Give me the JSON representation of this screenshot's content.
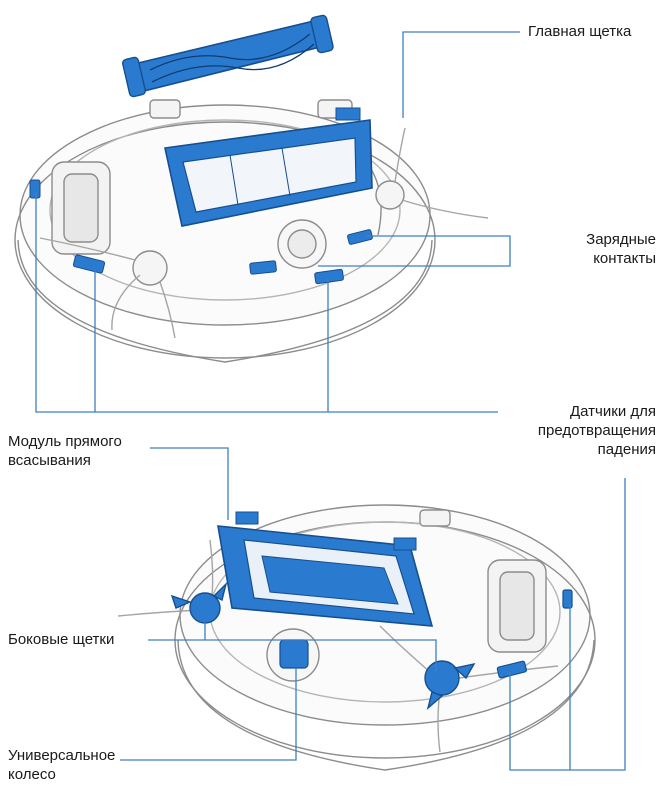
{
  "labels": {
    "main_brush": "Главная щетка",
    "charging_contacts": [
      "Зарядные",
      "контакты"
    ],
    "cliff_sensors": [
      "Датчики для",
      "предотвращения",
      "падения"
    ],
    "direct_suction_module": [
      "Модуль прямого",
      "всасывания"
    ],
    "side_brushes": "Боковые щетки",
    "universal_wheel": [
      "Универсальное",
      "колесо"
    ]
  },
  "colors": {
    "accent": "#2a7bd0",
    "accent_dark": "#154f8f",
    "line": "#3f7fc4",
    "outline": "#8c8c8c"
  }
}
